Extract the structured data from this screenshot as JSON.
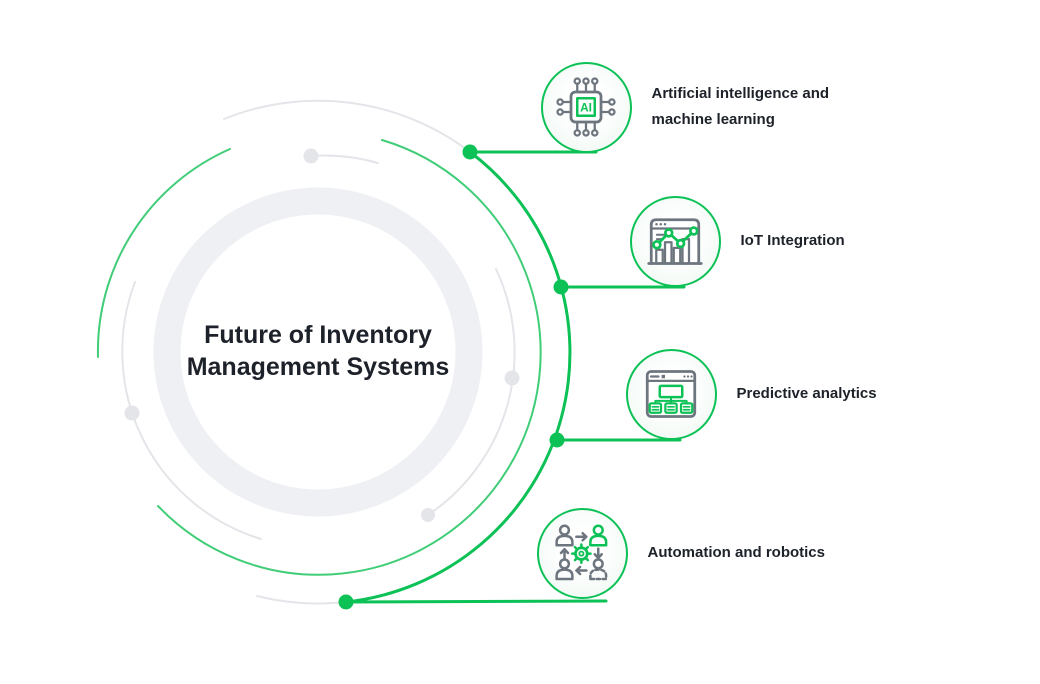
{
  "diagram": {
    "title": {
      "line1": "Future of Inventory",
      "line2": "Management Systems"
    },
    "items": [
      {
        "label": "Artificial intelligence and machine learning",
        "icon": "ai-chip-icon",
        "icon_text": "AI"
      },
      {
        "label": "IoT Integration",
        "icon": "iot-analytics-chart-icon"
      },
      {
        "label": "Predictive analytics",
        "icon": "predictive-analytics-sitemap-icon"
      },
      {
        "label": "Automation and robotics",
        "icon": "automation-people-gear-icon"
      }
    ]
  },
  "colors": {
    "green": "#0cc156",
    "green_light": "#41cd78",
    "ring_grey": "#eef0f3",
    "line_grey": "#e3e5e9",
    "icon_grey": "#6d757e",
    "text_dark": "#1d2129"
  }
}
